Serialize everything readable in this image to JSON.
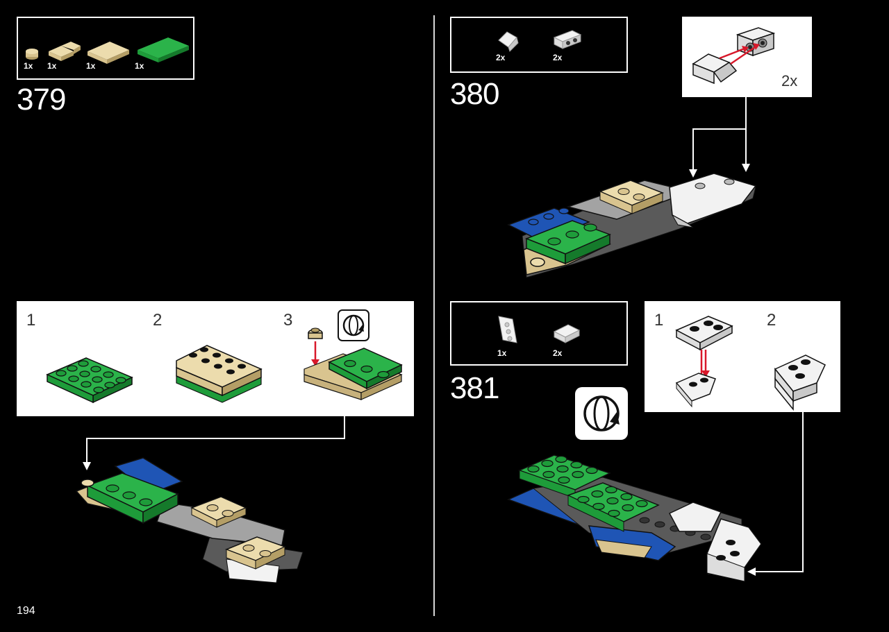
{
  "page": {
    "number": "194"
  },
  "step379": {
    "number": "379",
    "parts": [
      {
        "qty": "1x",
        "name": "tan-round-plate-icon"
      },
      {
        "qty": "1x",
        "name": "tan-corner-plate-icon"
      },
      {
        "qty": "1x",
        "name": "tan-2x3-plate-icon"
      },
      {
        "qty": "1x",
        "name": "green-2x4-plate-icon"
      }
    ],
    "substeps": [
      "1",
      "2",
      "3"
    ]
  },
  "step380": {
    "number": "380",
    "parts": [
      {
        "qty": "2x",
        "name": "white-slope-icon"
      },
      {
        "qty": "2x",
        "name": "white-bracket-icon"
      }
    ],
    "callout_multiplier": "2x"
  },
  "step381": {
    "number": "381",
    "parts": [
      {
        "qty": "1x",
        "name": "white-wedge-plate-icon"
      },
      {
        "qty": "2x",
        "name": "white-small-wedge-icon"
      }
    ],
    "substeps": [
      "1",
      "2"
    ]
  },
  "colors": {
    "green": "#1e9c3a",
    "tan": "#d9c48f",
    "blue": "#1f55b5",
    "gray": "#a3a3a3",
    "darkgray": "#5a5a5a",
    "white": "#f2f2f2",
    "arrow_red": "#d8182a"
  }
}
